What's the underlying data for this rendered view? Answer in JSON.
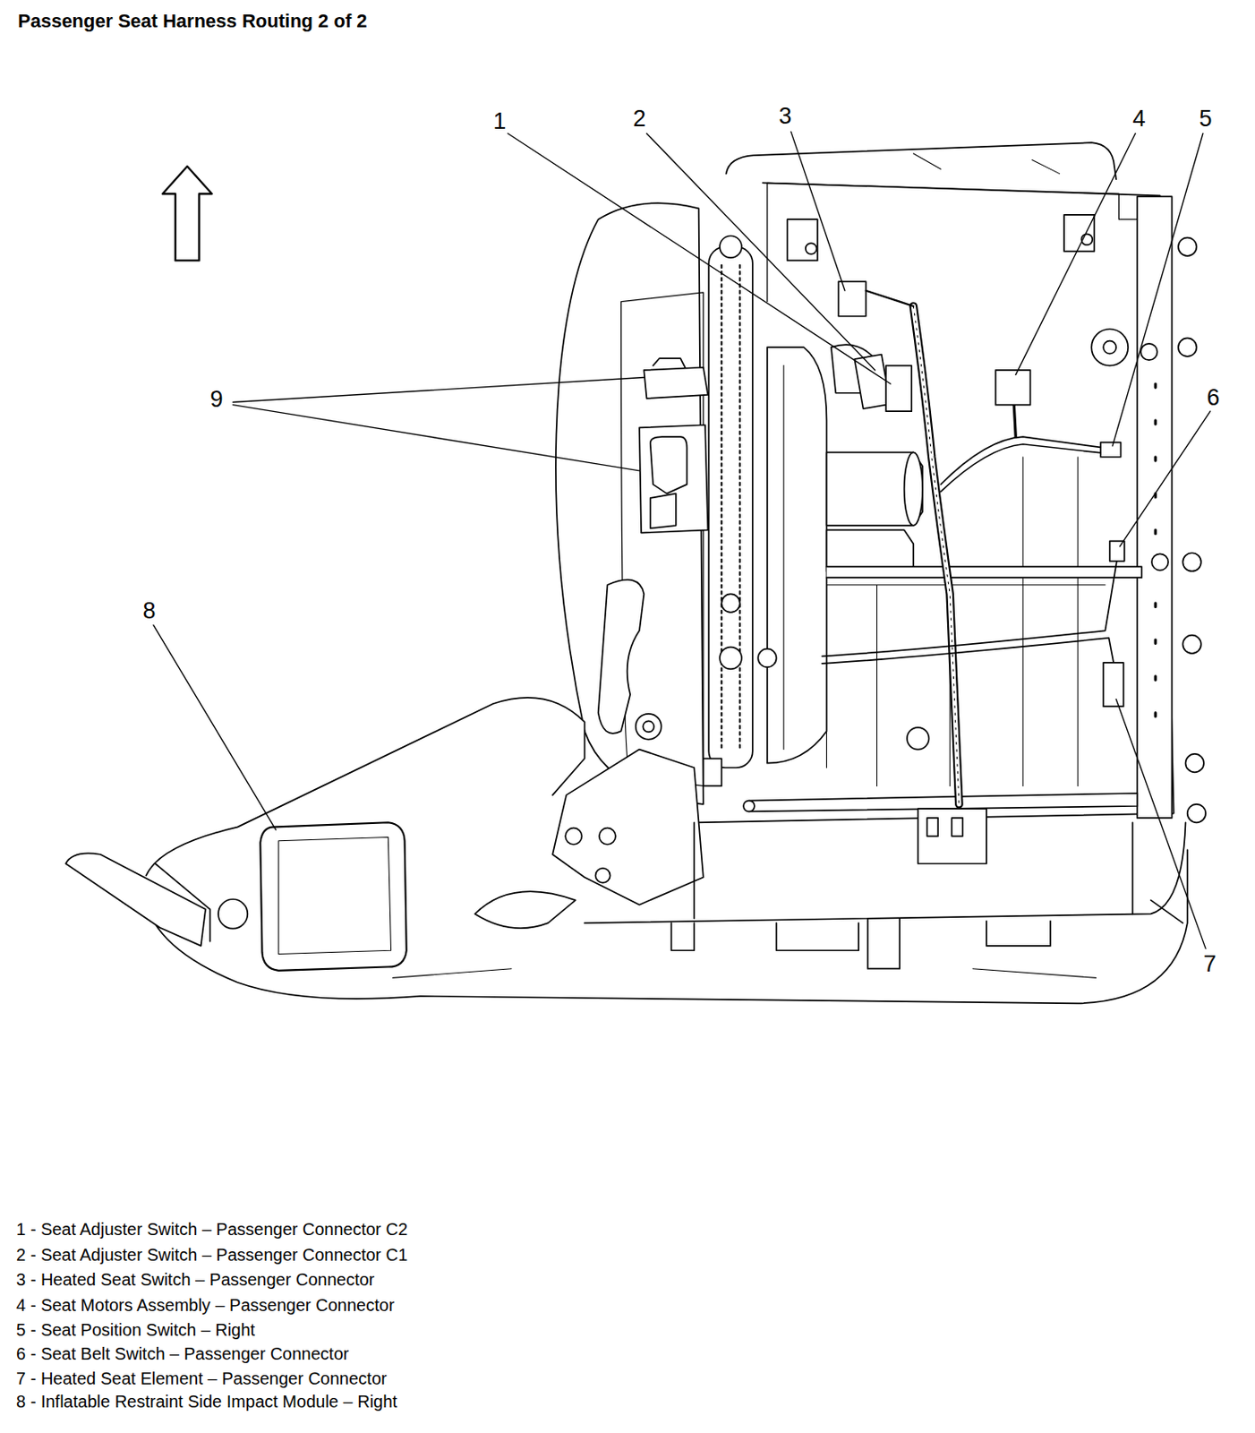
{
  "diagram": {
    "title": "Passenger Seat Harness Routing 2 of 2",
    "labels": [
      "1",
      "2",
      "3",
      "4",
      "5",
      "6",
      "7",
      "8",
      "9",
      "1 - Seat Adjuster Switch – Passenger Connector C2",
      "2 - Seat Adjuster Switch – Passenger Connector C1",
      "3 - Heated Seat Switch – Passenger Connector",
      "4 - Seat Motors Assembly – Passenger Connector",
      "5 - Seat Position Switch – Right",
      "6 - Seat Belt Switch – Passenger Connector",
      "7 - Heated Seat Element – Passenger Connector",
      "8 - Inflatable Restraint Side Impact Module – Right"
    ]
  }
}
